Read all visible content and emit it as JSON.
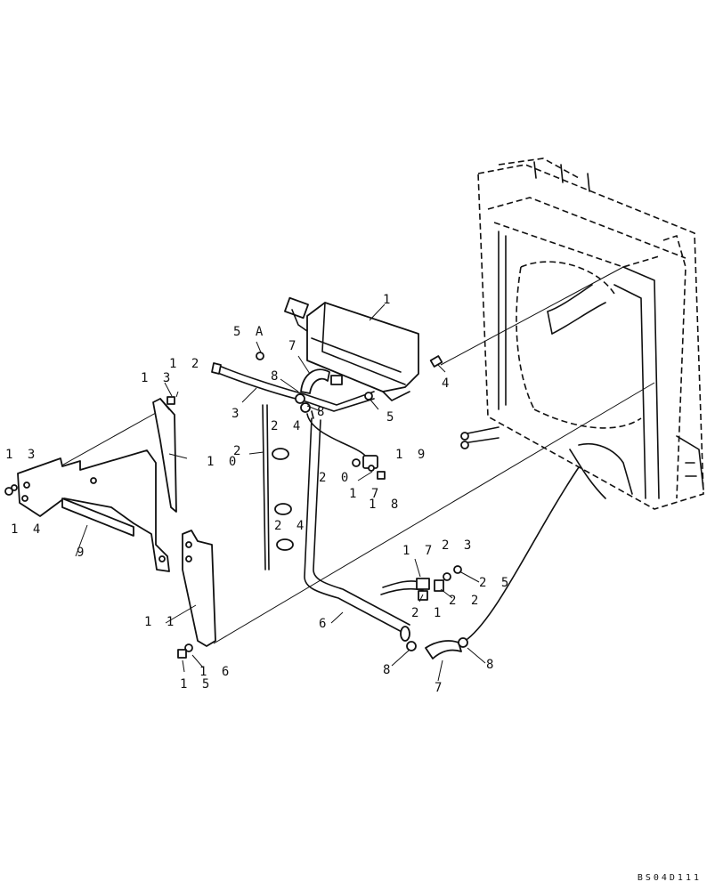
{
  "callouts": {
    "c1": "1",
    "c5A": "5 A",
    "c7a": "7",
    "c8a": "8",
    "c8b": "8",
    "c4": "4",
    "c5": "5",
    "c3": "3",
    "c2": "2",
    "c24a": "2 4",
    "c24b": "2 4",
    "c12": "1 2",
    "c13a": "1 3",
    "c10": "1 0",
    "c13b": "1 3",
    "c14": "1 4",
    "c9": "9",
    "c20": "2 0",
    "c19": "1 9",
    "c17a": "1 7",
    "c18": "1 8",
    "c17b": "1 7",
    "c23": "2 3",
    "c25": "2 5",
    "c21": "2 1",
    "c22": "2 2",
    "c6": "6",
    "c11": "1 1",
    "c15": "1 5",
    "c16": "1 6",
    "c8c": "8",
    "c8d": "8",
    "c7b": "7"
  },
  "drawing_code": "BS04D111"
}
